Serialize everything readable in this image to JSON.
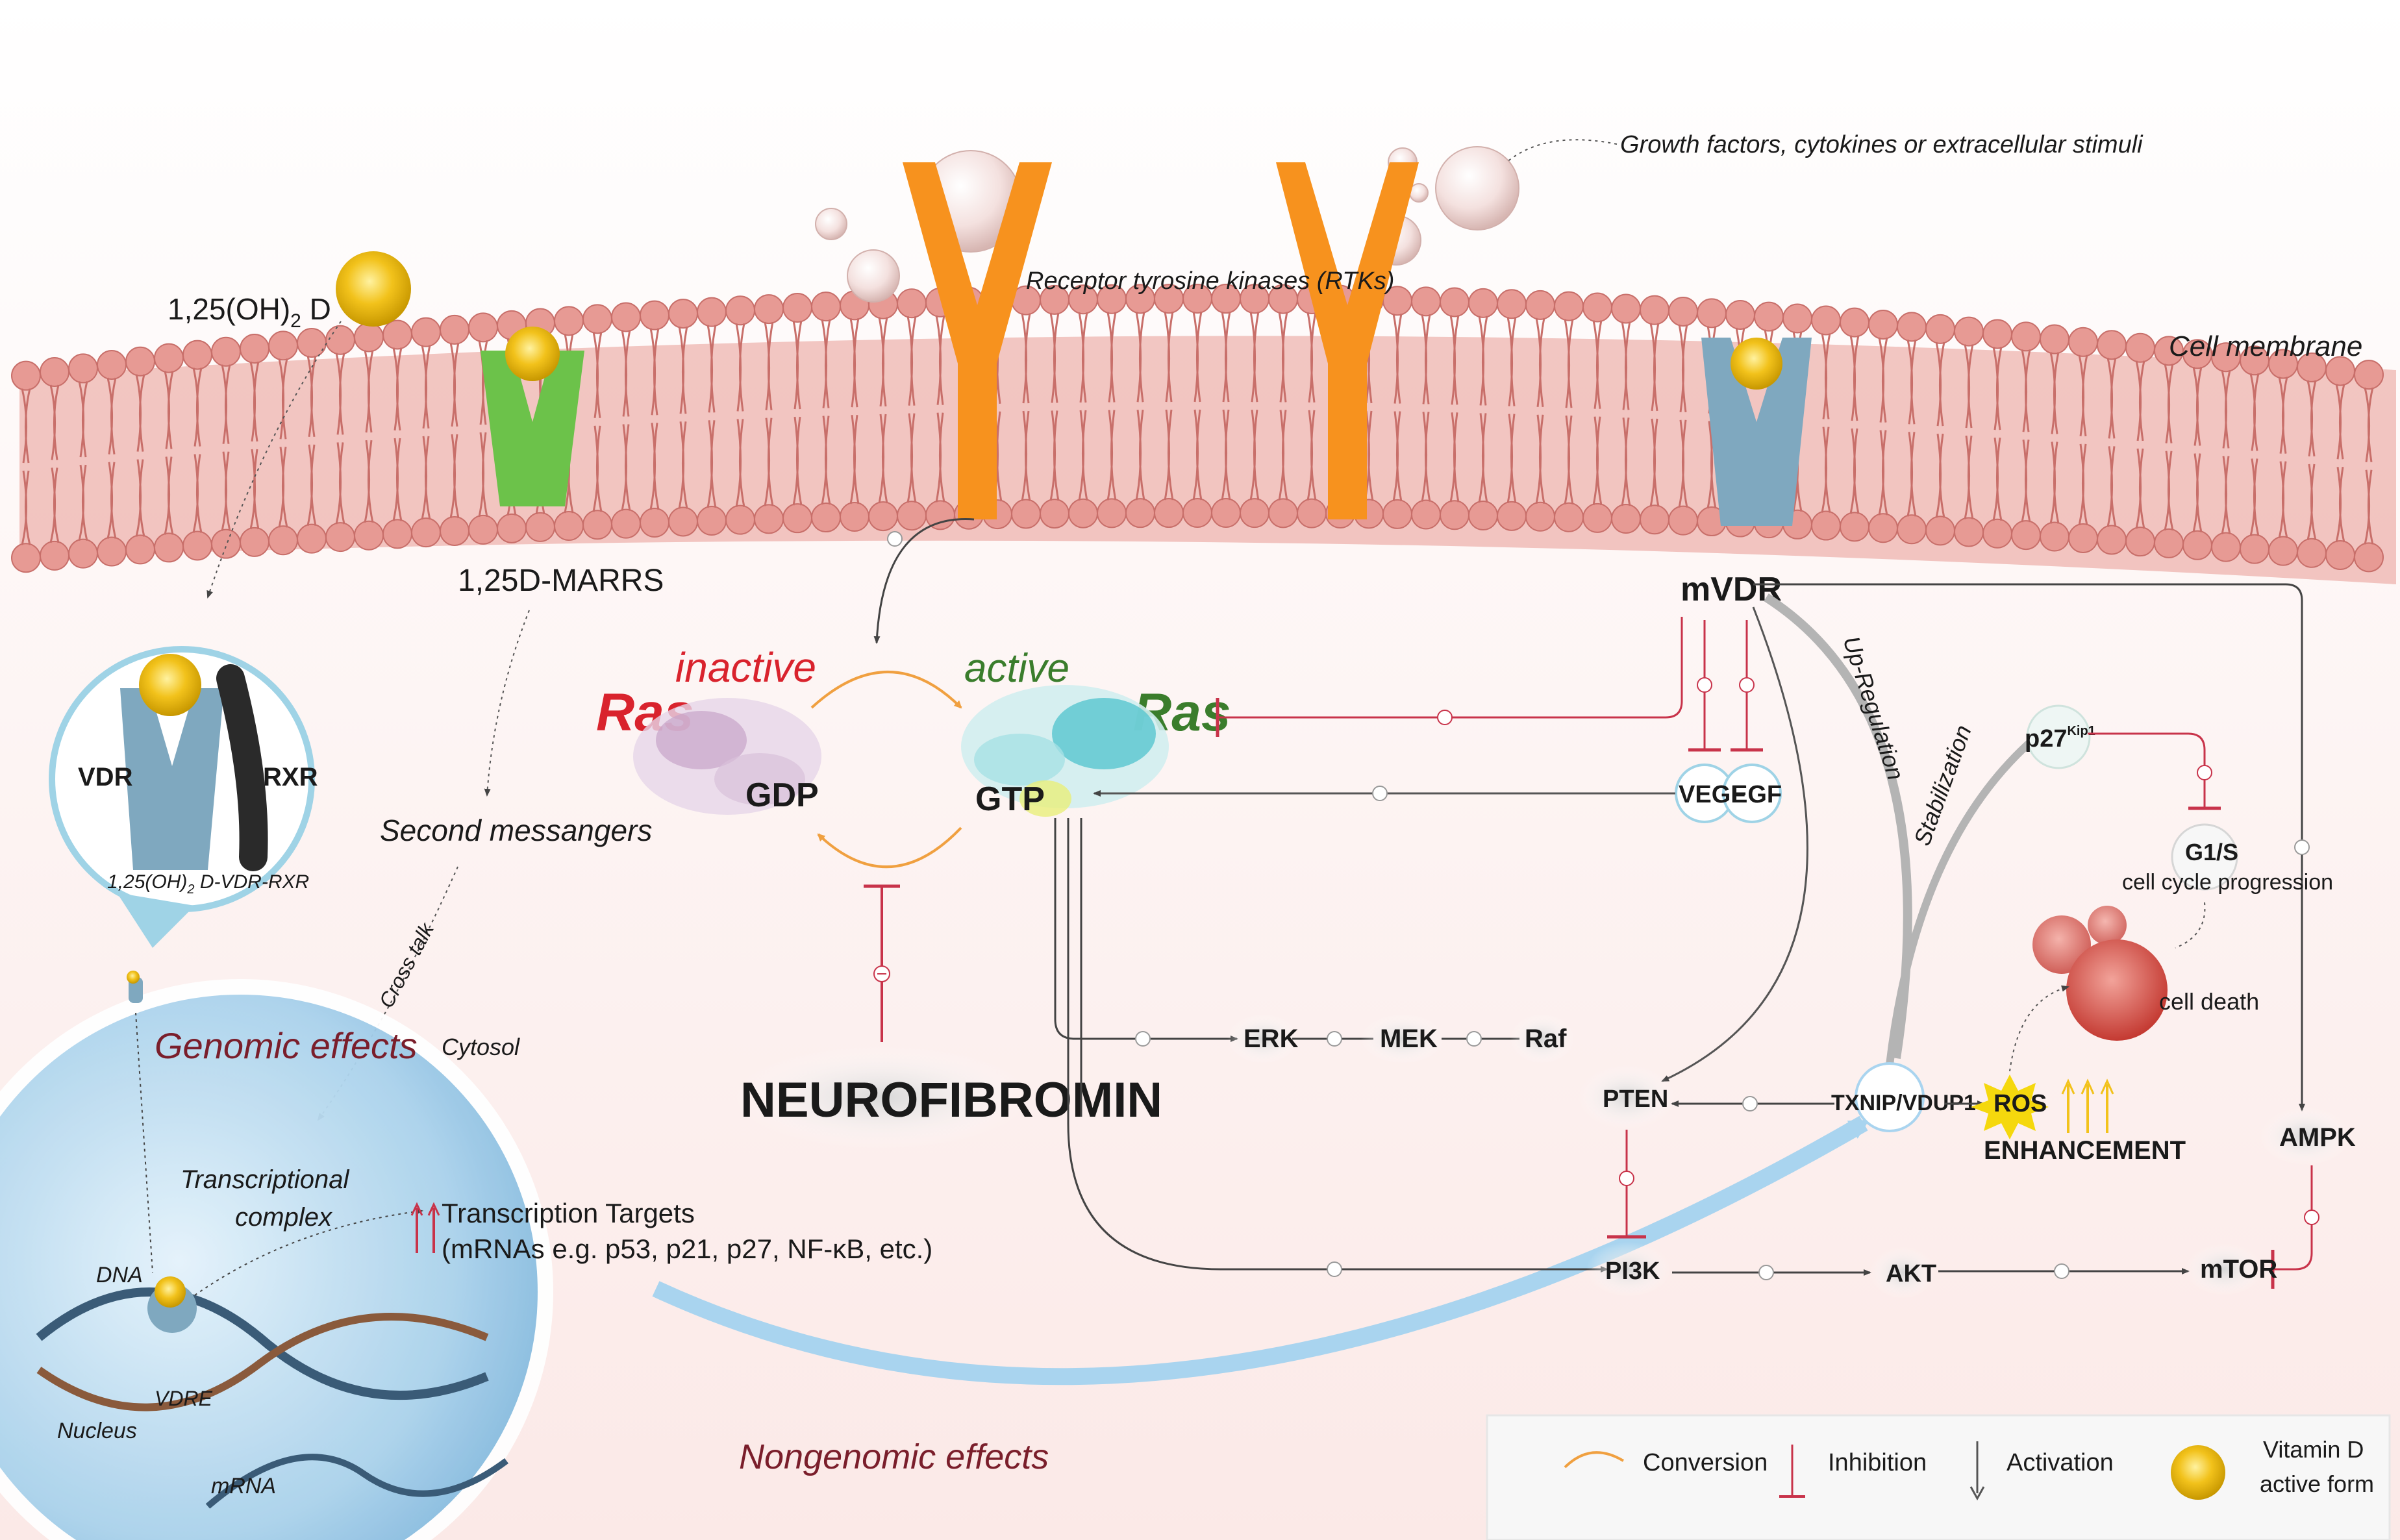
{
  "labels": {
    "vitamin_d_top": "1,25(OH)",
    "vitamin_d_sub": "2",
    "vitamin_d_suffix": " D",
    "marrs": "1,25D-MARRS",
    "rtk": "Receptor tyrosine kinases (RTKs)",
    "growth_factors": "Growth factors, cytokines or extracellular stimuli",
    "cell_membrane": "Cell membrane",
    "mvdr": "mVDR",
    "ras_left": "Ras",
    "ras_right": "Ras",
    "inactive": "inactive",
    "active": "active",
    "gdp": "GDP",
    "gtp": "GTP",
    "vegf": "VEGF",
    "egf": "EGF",
    "up_regulation": "Up-Regulation",
    "stabilization": "Stabilization",
    "p27": "p27",
    "p27_sup": "Kip1",
    "g1s": "G1/S",
    "cell_cycle": "cell cycle progression",
    "cell_death": "cell death",
    "vdr": "VDR",
    "rxr": "RXR",
    "complex": "1,25(OH)",
    "complex_sub": "2",
    "complex_suffix": " D-VDR-RXR",
    "second_messengers": "Second messangers",
    "cross_talk": "Cross talk",
    "cytosol": "Cytosol",
    "genomic_effects": "Genomic effects",
    "transcriptional": "Transcriptional",
    "complex_word": "complex",
    "dna": "DNA",
    "vdre": "VDRE",
    "nucleus": "Nucleus",
    "mrna": "mRNA",
    "transcription_targets": "Transcription Targets",
    "mrnas_examples": "(mRNAs e.g. p53, p21, p27, NF-κB, etc.)",
    "neurofibromin": "NEUROFIBROMIN",
    "erk": "ERK",
    "mek": "MEK",
    "raf": "Raf",
    "pten": "PTEN",
    "txnip": "TXNIP/VDUP1",
    "ros": "ROS",
    "enhancement": "ENHANCEMENT",
    "ampk": "AMPK",
    "pi3k": "PI3K",
    "akt": "AKT",
    "mtor": "mTOR",
    "nongenomic_effects": "Nongenomic effects"
  },
  "legend": {
    "conversion": "Conversion",
    "inhibition": "Inhibition",
    "activation": "Activation",
    "vitd_line1": "Vitamin D",
    "vitd_line2": "active form"
  },
  "colors": {
    "membrane": "#e79a94",
    "membrane_dark": "#c86f6a",
    "rtk_orange": "#f7921e",
    "marrs_green": "#6cc24a",
    "mvdr_blue": "#7fa8bf",
    "vitd_yellow": "#f2c21b",
    "inhibition_red": "#c8334a",
    "conversion_orange": "#f0a040",
    "ras_red": "#d9232d",
    "inactive_red": "#d9232d",
    "active_green": "#3a7d2c",
    "genomic_red": "#7a1e2b",
    "nucleus_blue": "#c8e4f4",
    "nongenomic_arrow": "#a9d4ef"
  }
}
